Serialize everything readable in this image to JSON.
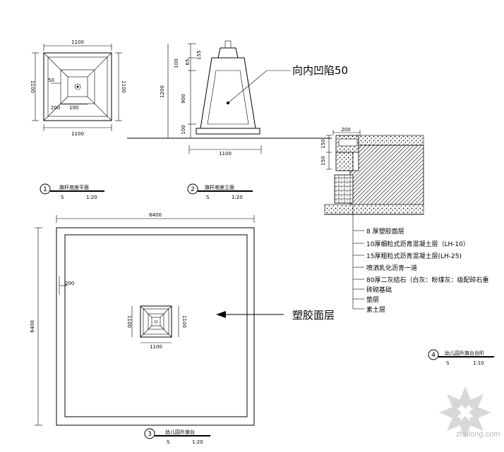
{
  "plan": {
    "dim_top": "1100",
    "dim_bottom": "1100",
    "dim_left": "1100",
    "dim_right": "1100",
    "dim_small_50": "50",
    "dim_small_200": "200",
    "dim_small_100": "100",
    "caption_num": "1",
    "caption_title": "旗杆底座平面",
    "caption_s": "S",
    "caption_scale": "1:20"
  },
  "elevation": {
    "dim_155": "155",
    "dim_65": "65",
    "dim_100_top": "100",
    "dim_900": "900",
    "dim_100_bot": "100",
    "dim_1200": "1200",
    "dim_width": "1100",
    "note": "向内凹陷50",
    "caption_num": "2",
    "caption_title": "旗杆底座立面",
    "caption_s": "S",
    "caption_scale": "1:20"
  },
  "site": {
    "dim_width": "6400",
    "dim_height": "6400",
    "dim_200": "200",
    "inner_dim_left": "1100",
    "inner_dim_right": "1100",
    "inner_dim_bottom": "1100",
    "note": "塑胶面层",
    "caption_num": "3",
    "caption_title": "幼儿园升旗台",
    "caption_s": "S",
    "caption_scale": "1:20"
  },
  "section": {
    "dim_200": "200",
    "dim_150_a": "150",
    "dim_150_b": "150",
    "layers": [
      "8 厚塑胶面层",
      "10厚细粒式沥青混凝土层（LH-10）",
      "15厚粗粒式沥青混凝土层(LH-25)",
      "喷洒乳化沥青一道",
      "80厚二灰结石（白灰：粉煤灰：级配碎石重",
      "砖砌基础",
      "垫层",
      "素土层"
    ],
    "caption_num": "4",
    "caption_title": "幼儿园升旗台台阶",
    "caption_s": "S",
    "caption_scale": "1:10"
  },
  "watermark": {
    "text": "zhulong.com"
  }
}
